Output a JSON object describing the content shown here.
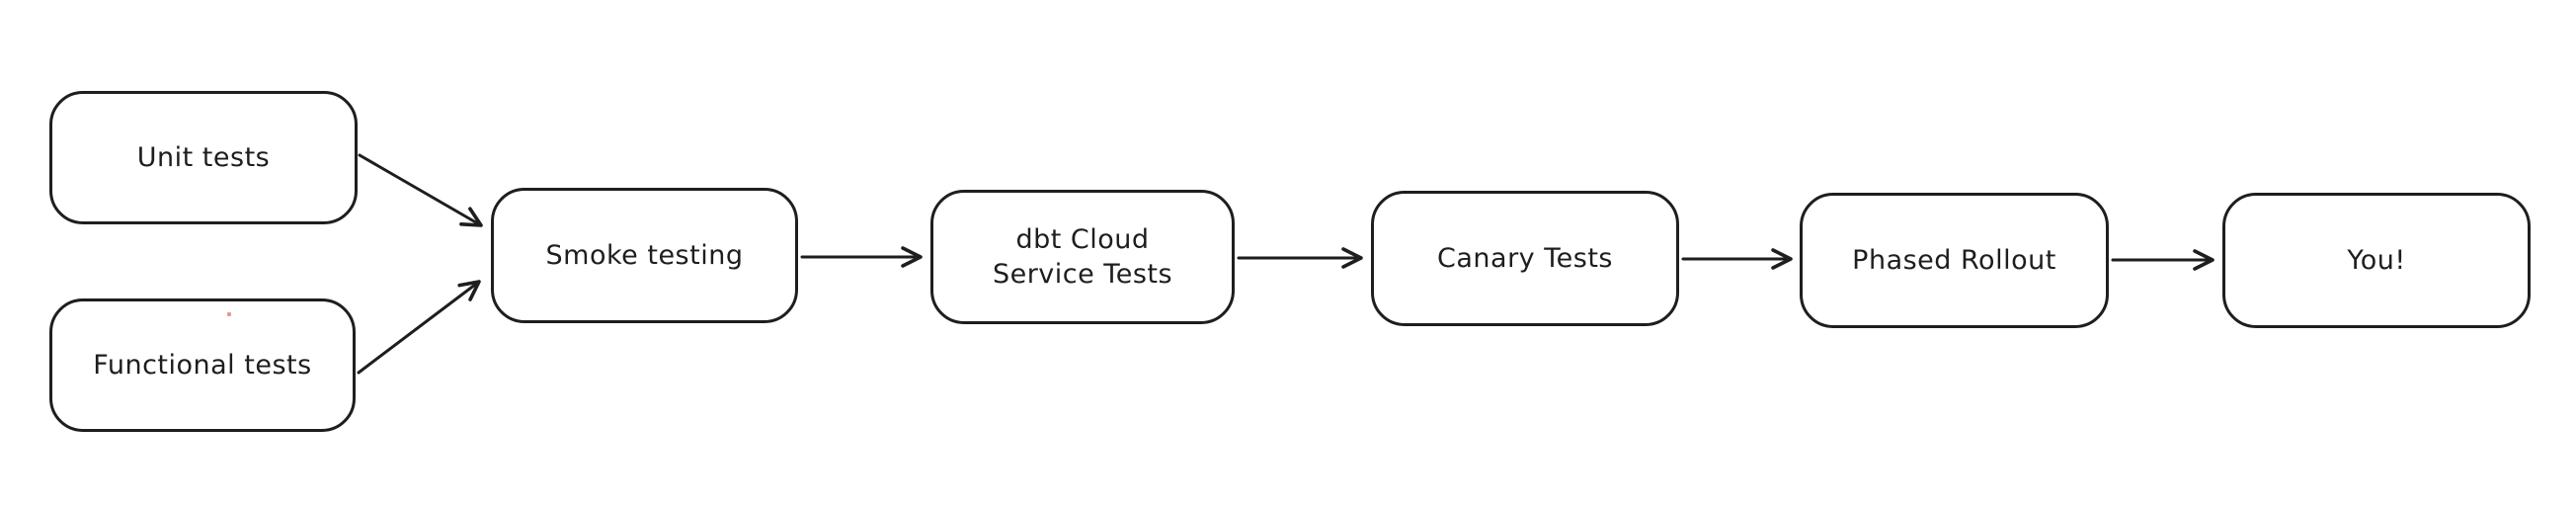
{
  "diagram": {
    "background_color": "#ffffff",
    "stroke_color": "#1e1e1e",
    "artifact_dot_color": "#e2736b",
    "nodes": [
      {
        "id": "unit-tests",
        "label": "Unit tests"
      },
      {
        "id": "functional-tests",
        "label": "Functional tests"
      },
      {
        "id": "smoke-testing",
        "label": "Smoke testing"
      },
      {
        "id": "dbt-cloud-service-tests",
        "label": "dbt Cloud\nService Tests"
      },
      {
        "id": "canary-tests",
        "label": "Canary Tests"
      },
      {
        "id": "phased-rollout",
        "label": "Phased Rollout"
      },
      {
        "id": "you",
        "label": "You!"
      }
    ],
    "edges": [
      {
        "from": "unit-tests",
        "to": "smoke-testing"
      },
      {
        "from": "functional-tests",
        "to": "smoke-testing"
      },
      {
        "from": "smoke-testing",
        "to": "dbt-cloud-service-tests"
      },
      {
        "from": "dbt-cloud-service-tests",
        "to": "canary-tests"
      },
      {
        "from": "canary-tests",
        "to": "phased-rollout"
      },
      {
        "from": "phased-rollout",
        "to": "you"
      }
    ]
  }
}
